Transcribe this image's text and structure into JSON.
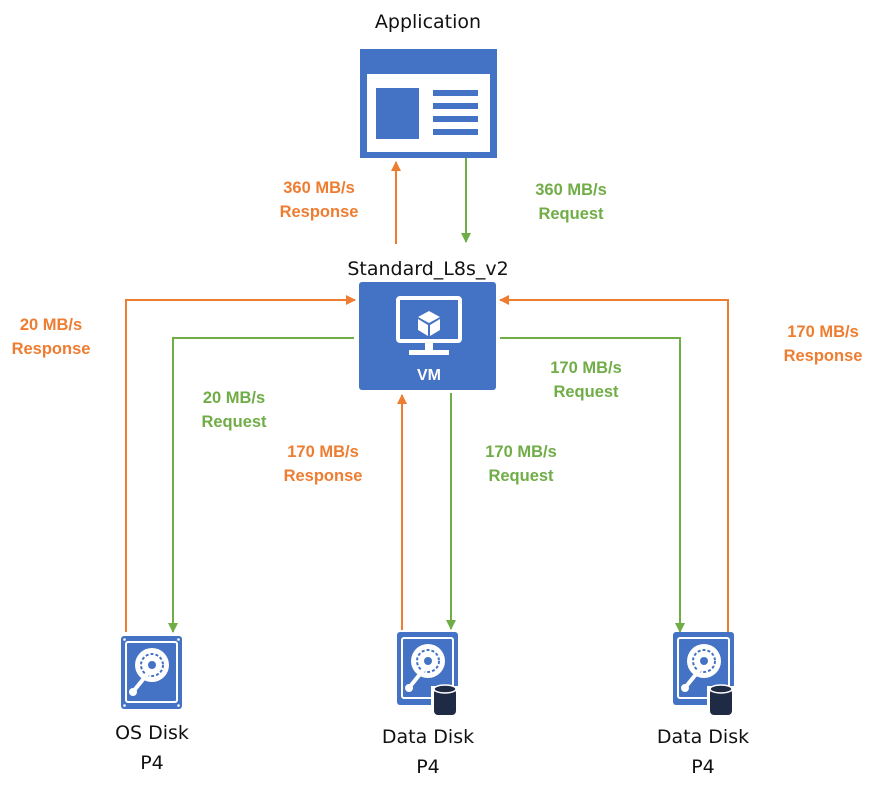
{
  "colors": {
    "response": "#ee7d31",
    "request": "#70ad47",
    "icon_blue": "#4472c4"
  },
  "application": {
    "title": "Application",
    "icon": "application-window-icon"
  },
  "vm": {
    "title": "Standard_L8s_v2",
    "label": "VM",
    "icon": "virtual-machine-monitor-icon"
  },
  "flows": {
    "app_response": {
      "rate": "360 MB/s",
      "kind": "Response"
    },
    "app_request": {
      "rate": "360 MB/s",
      "kind": "Request"
    },
    "os_response": {
      "rate": "20 MB/s",
      "kind": "Response"
    },
    "os_request": {
      "rate": "20 MB/s",
      "kind": "Request"
    },
    "data1_response": {
      "rate": "170 MB/s",
      "kind": "Response"
    },
    "data1_request": {
      "rate": "170 MB/s",
      "kind": "Request"
    },
    "data2_response": {
      "rate": "170 MB/s",
      "kind": "Response"
    },
    "data2_request": {
      "rate": "170 MB/s",
      "kind": "Request"
    }
  },
  "disks": [
    {
      "name": "OS Disk",
      "tier": "P4",
      "icon": "os-disk-icon"
    },
    {
      "name": "Data Disk",
      "tier": "P4",
      "icon": "data-disk-icon"
    },
    {
      "name": "Data Disk",
      "tier": "P4",
      "icon": "data-disk-icon"
    }
  ]
}
